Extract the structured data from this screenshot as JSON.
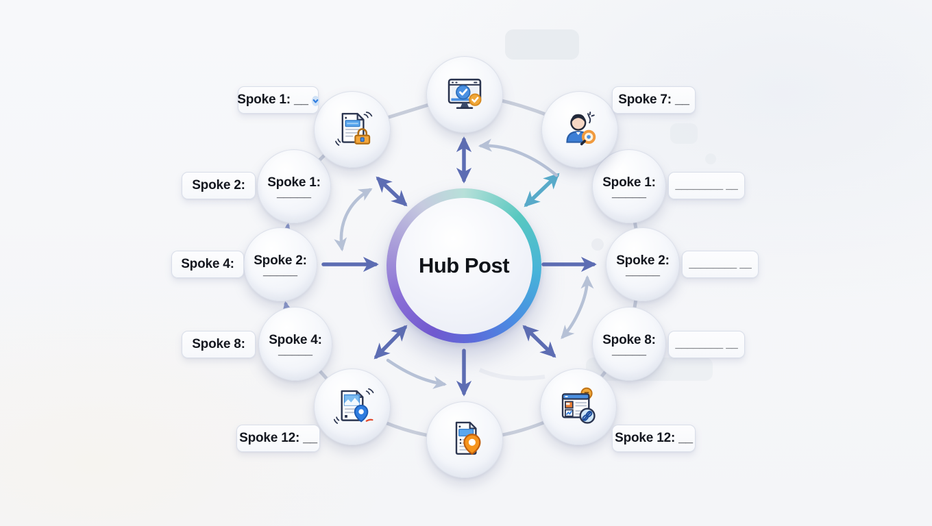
{
  "hub": {
    "label": "Hub Post"
  },
  "left_column": {
    "circles": [
      {
        "title": "Spoke 1:",
        "line": "_____"
      },
      {
        "title": "Spoke 2:",
        "line": "_____"
      },
      {
        "title": "Spoke 4:",
        "line": "_____"
      }
    ],
    "callouts": [
      "Spoke 2:",
      "Spoke 4:",
      "Spoke 8:"
    ]
  },
  "right_column": {
    "circles": [
      {
        "title": "Spoke 1:",
        "line": "_____"
      },
      {
        "title": "Spoke 2:",
        "line": "_____"
      },
      {
        "title": "Spoke 8:",
        "line": "_____"
      }
    ],
    "callouts": [
      "________ __",
      "________ __",
      "________ __"
    ]
  },
  "corner_callouts": {
    "top_left": "Spoke 1: __",
    "top_right": "Spoke 7: __",
    "bottom_left": "Spoke 12: __",
    "bottom_right": "Spoke 12: __"
  },
  "icon_nodes": [
    {
      "name": "document-lock-icon",
      "position": "top-left"
    },
    {
      "name": "monitor-approval-icon",
      "position": "top-center"
    },
    {
      "name": "person-search-icon",
      "position": "top-right"
    },
    {
      "name": "document-image-pin-icon",
      "position": "bottom-left"
    },
    {
      "name": "document-pin-icon",
      "position": "bottom-center"
    },
    {
      "name": "browser-link-icon",
      "position": "bottom-right"
    }
  ],
  "colors": {
    "arrow_blue": "#5d6db3",
    "arrow_teal": "#58aac9",
    "arrow_light": "#b6c1d6",
    "connector": "#c7cdda",
    "hub_ring_teal": "#4fc8c4",
    "hub_ring_blue": "#4a8ce2",
    "hub_ring_purple": "#8a6fd6",
    "background": "#f6f7f9",
    "accent_orange": "#f0a03a",
    "accent_blue": "#4a90e2"
  }
}
